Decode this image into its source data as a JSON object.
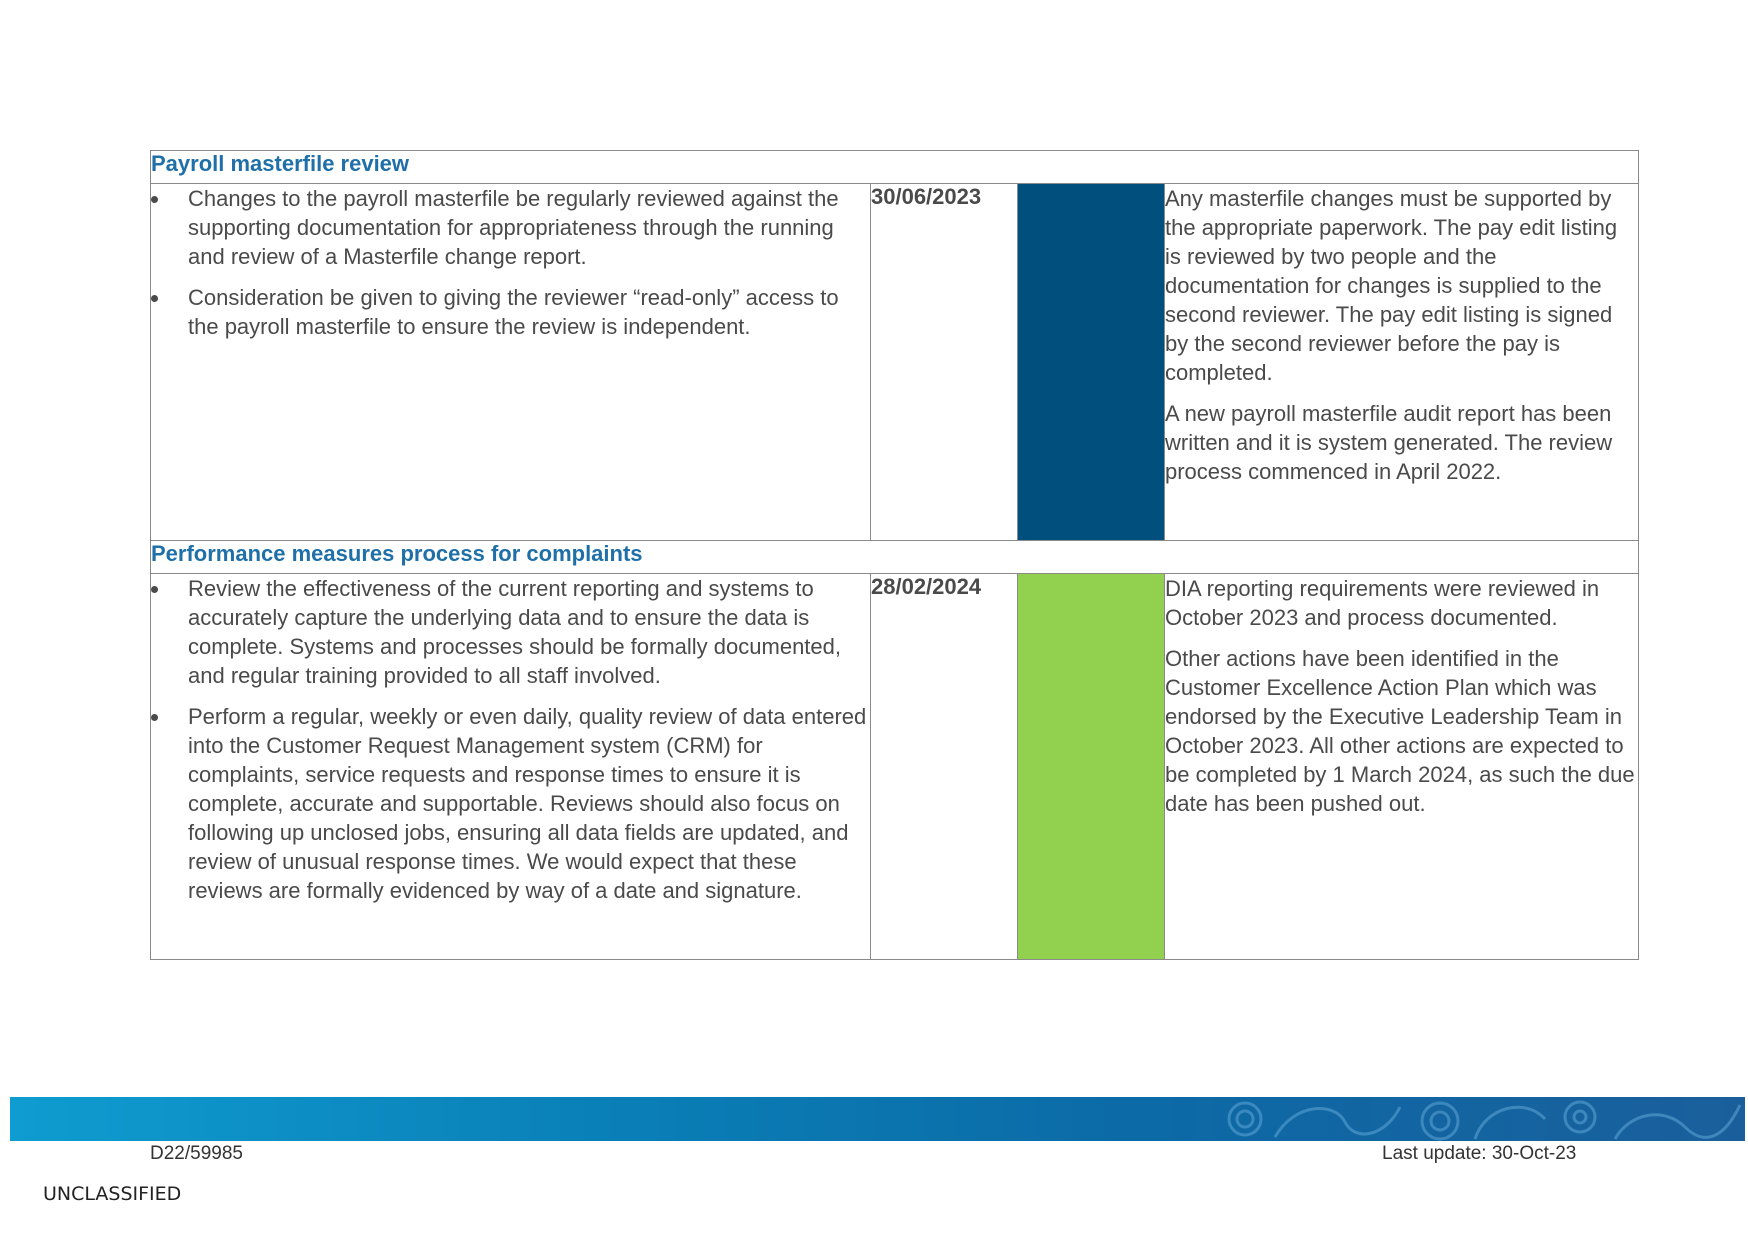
{
  "sections": [
    {
      "title": "Payroll masterfile review",
      "recommendations": [
        "Changes to the payroll masterfile be regularly reviewed against the supporting documentation for appropriateness through the running and review of a Masterfile change report.",
        "Consideration be given to giving the reviewer “read-only” access to the payroll masterfile to ensure the review is independent."
      ],
      "due_date": "30/06/2023",
      "status_color": "#004f7c",
      "comments": [
        "Any masterfile changes must be supported by the appropriate paperwork. The pay edit listing is reviewed by two people and the documentation for changes is supplied to the second reviewer. The pay edit listing is signed by the second reviewer before the pay is completed.",
        "A new payroll masterfile audit report has been written and it is system generated. The review process commenced in April 2022."
      ]
    },
    {
      "title": "Performance measures process for complaints",
      "recommendations": [
        "Review the effectiveness of the current reporting and systems to accurately capture the underlying data and to ensure the data is complete. Systems and processes should be formally documented, and regular training provided to all staff involved.",
        "Perform a regular, weekly or even daily, quality review of data entered into the Customer Request Management system (CRM) for complaints, service requests and response times to ensure it is complete, accurate and supportable. Reviews should also focus on following up unclosed jobs, ensuring all data fields are updated, and review of unusual response times. We would expect that these reviews are formally evidenced by way of a date and signature."
      ],
      "due_date": "28/02/2024",
      "status_color": "#92d050",
      "comments": [
        "DIA reporting requirements were reviewed in October 2023 and process documented.",
        "Other actions have been identified in the Customer Excellence Action Plan which was endorsed by the Executive Leadership Team in October 2023.  All other actions are expected to be completed by 1 March 2024, as such the due date has been pushed out."
      ]
    }
  ],
  "footer": {
    "doc_ref": "D22/59985",
    "last_update": "Last update: 30-Oct-23",
    "classification": "UNCLASSIFIED"
  }
}
